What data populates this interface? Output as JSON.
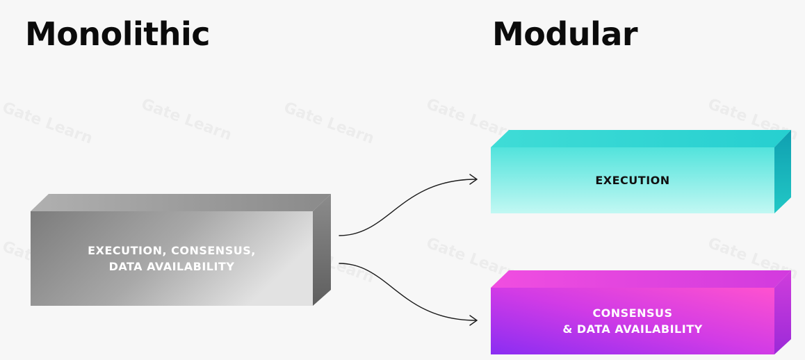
{
  "headings": {
    "left": "Monolithic",
    "right": "Modular"
  },
  "boxes": {
    "monolithic": {
      "line1": "EXECUTION, CONSENSUS,",
      "line2": "DATA AVAILABILITY",
      "colors": {
        "front_light": "#d9d9d9",
        "front_dark": "#7a7a7a",
        "top": "#9b9b9b",
        "side": "#6e6e6e"
      }
    },
    "execution": {
      "label": "EXECUTION",
      "colors": {
        "front_top": "#52e3dc",
        "front_bottom": "#b8f6f1",
        "top": "#2fd3cf",
        "side": "#13b5bd"
      }
    },
    "consensus": {
      "line1": "CONSENSUS",
      "line2": "& DATA AVAILABILITY",
      "colors": {
        "front_left": "#8e2cf0",
        "front_right": "#ff4fd0",
        "top": "#e93fe0",
        "side": "#b52ad6"
      }
    }
  },
  "watermark": "Gate Learn"
}
